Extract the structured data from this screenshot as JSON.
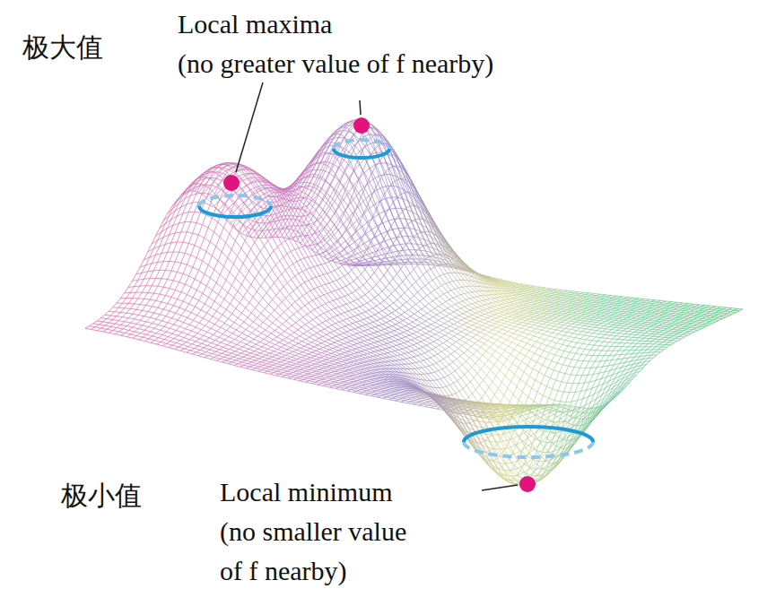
{
  "diagram": {
    "labels": [
      "极大值",
      "Local maxima",
      "(no greater value of f nearby)",
      "极小值",
      "Local minimum",
      "(no smaller value",
      "of f nearby)"
    ]
  }
}
